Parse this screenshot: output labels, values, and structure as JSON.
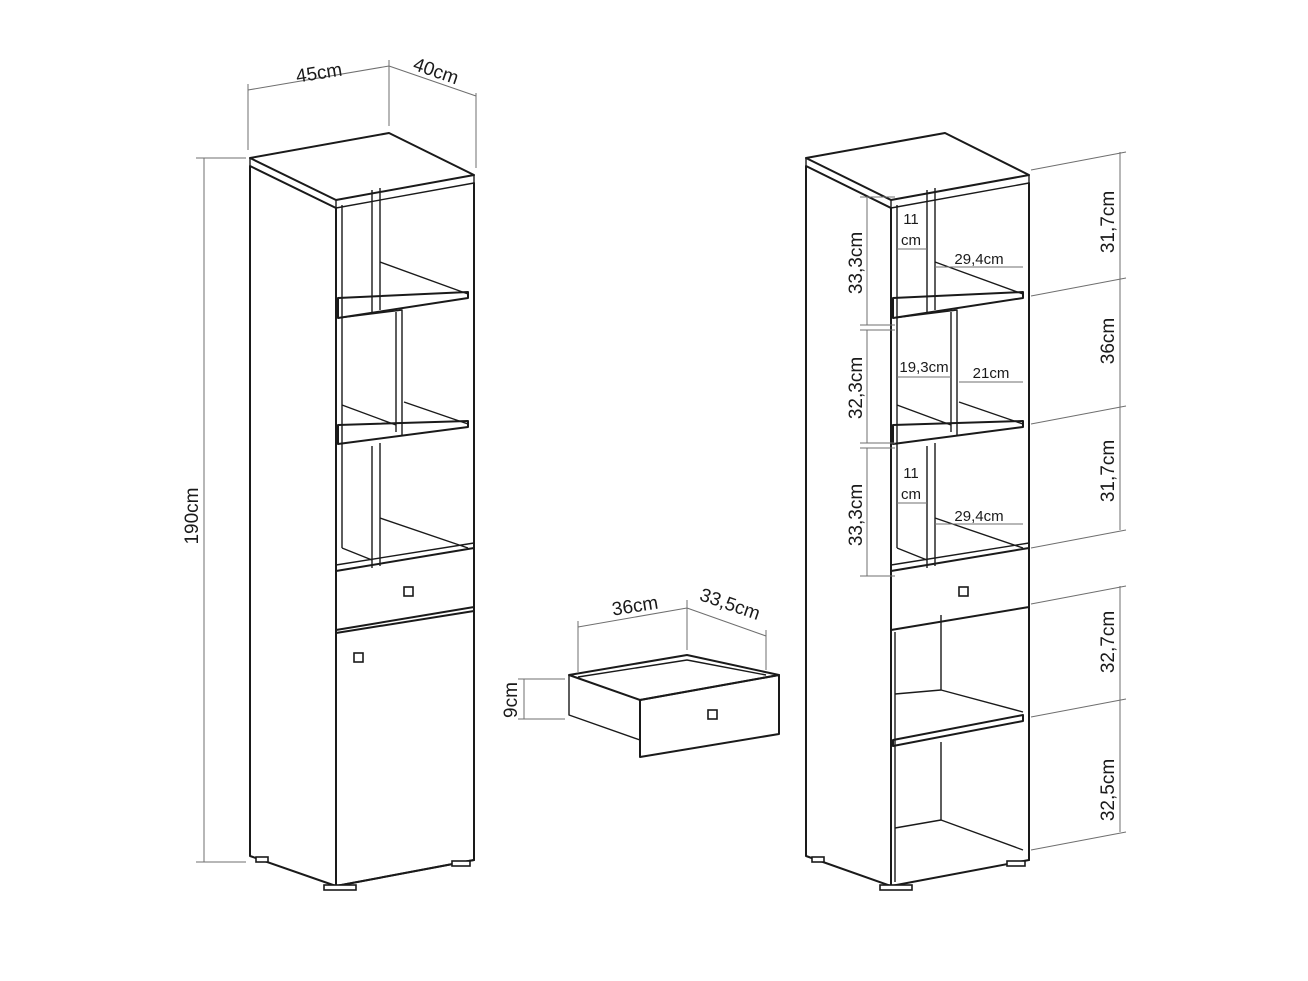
{
  "left_cabinet": {
    "width": "45cm",
    "depth": "40cm",
    "height": "190cm"
  },
  "drawer": {
    "width": "36cm",
    "depth": "33,5cm",
    "height": "9cm"
  },
  "right_cabinet": {
    "left_heights": [
      "33,3cm",
      "32,3cm",
      "33,3cm"
    ],
    "right_heights": [
      "31,7cm",
      "36cm",
      "31,7cm",
      "32,7cm",
      "32,5cm"
    ],
    "inner_widths": {
      "top_narrow_line1": "11",
      "top_narrow_line2": "cm",
      "top_wide": "29,4cm",
      "middle_left": "19,3cm",
      "middle_right": "21cm",
      "bottom_narrow_line1": "11",
      "bottom_narrow_line2": "cm",
      "bottom_wide": "29,4cm"
    }
  }
}
